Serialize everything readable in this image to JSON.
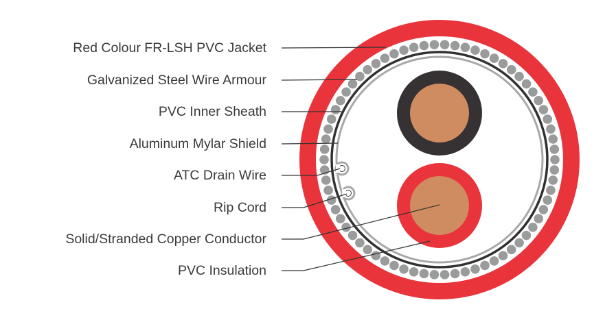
{
  "labels": [
    "Red Colour FR-LSH PVC Jacket",
    "Galvanized Steel Wire Armour",
    "PVC Inner Sheath",
    "Aluminum Mylar Shield",
    "ATC Drain Wire",
    "Rip Cord",
    "Solid/Stranded Copper Conductor",
    "PVC Insulation"
  ],
  "colors": {
    "jacket": "#e8343a",
    "armour_wire": "#9a9b9b",
    "inner_sheath": "#333033",
    "shield": "#a8a8a8",
    "copper": "#cf8c60",
    "black_insulation": "#363133",
    "red_insulation": "#e8343a",
    "text": "#3a3a3a"
  }
}
